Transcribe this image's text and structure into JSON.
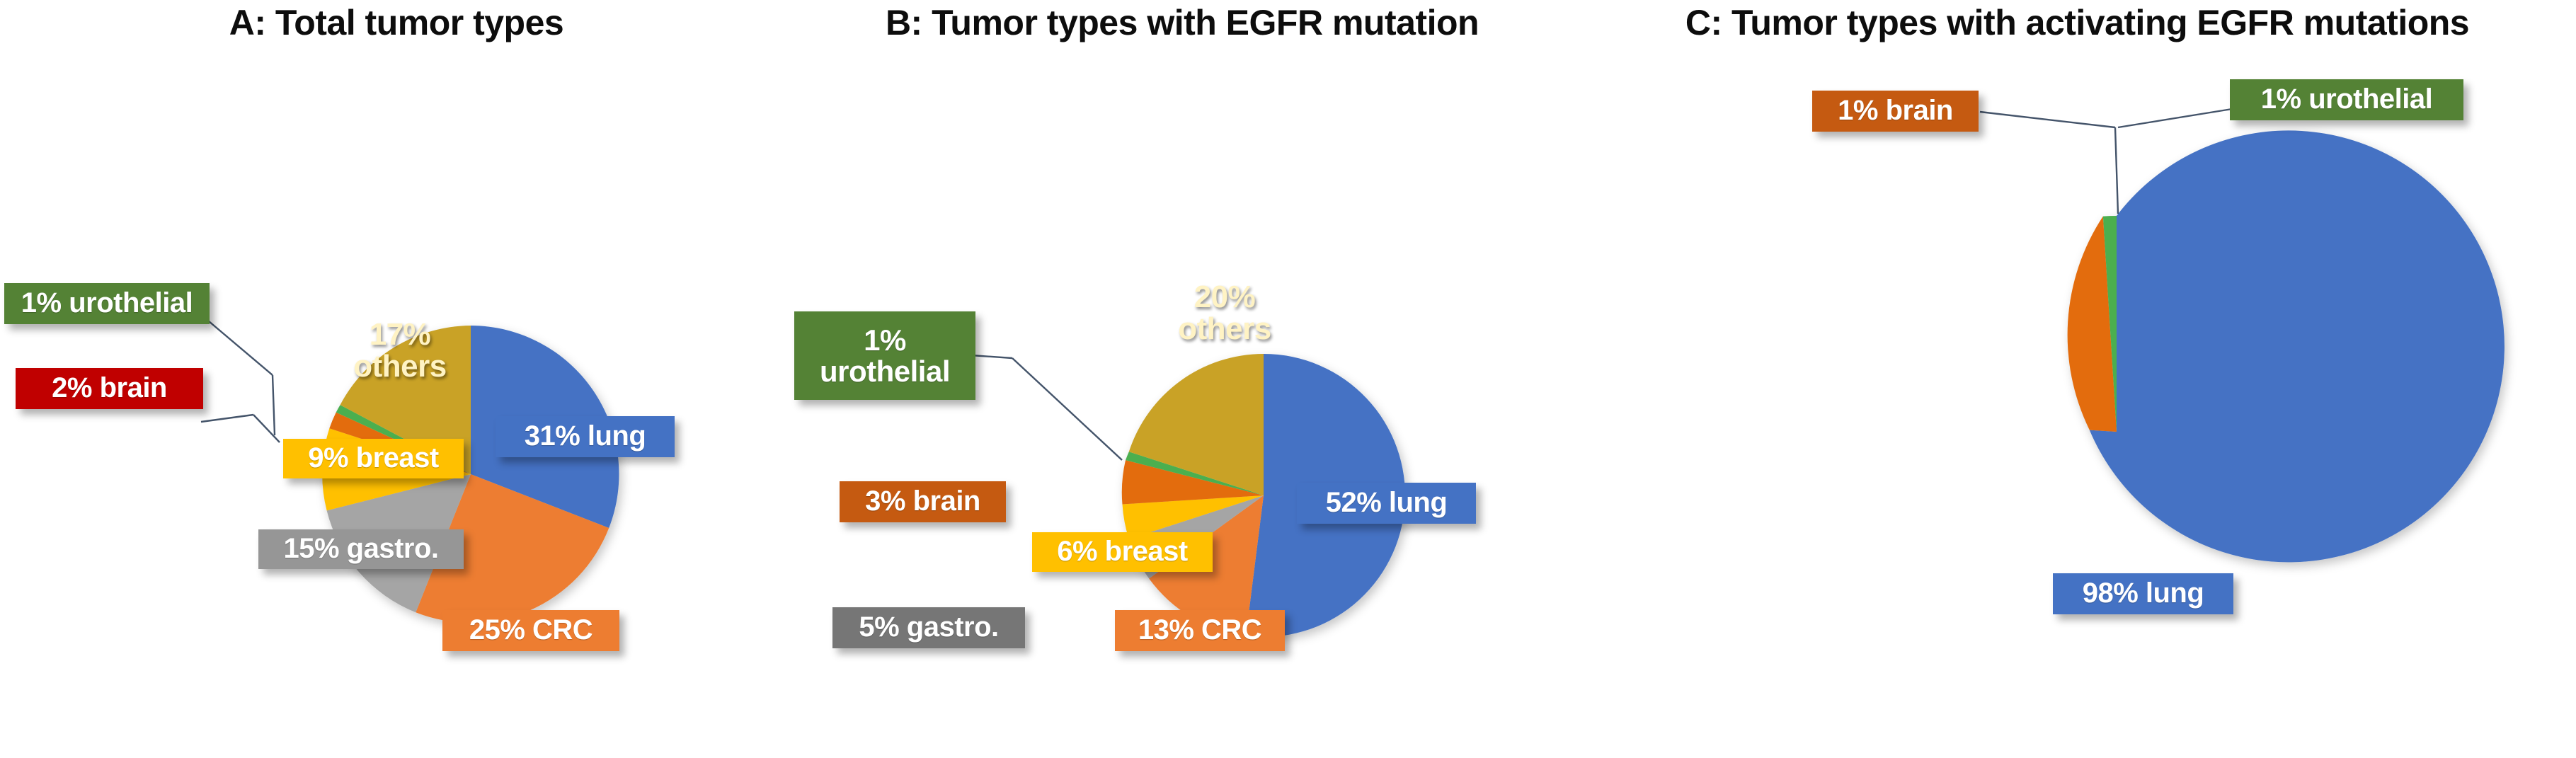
{
  "figure": {
    "background": "#ffffff"
  },
  "panels": [
    {
      "id": "A",
      "title": "A: Total tumor types"
    },
    {
      "id": "B",
      "title": "B: Tumor types with EGFR mutation"
    },
    {
      "id": "C",
      "title": "C: Tumor types with activating EGFR mutations"
    }
  ],
  "labels": {
    "a_lung": "31% lung",
    "a_crc": "25% CRC",
    "a_gastro": "15% gastro.",
    "a_breast": "9% breast",
    "a_brain": "2% brain",
    "a_urothelial": "1% urothelial",
    "a_others": "17%\nothers",
    "b_lung": "52% lung",
    "b_crc": "13% CRC",
    "b_gastro": "5% gastro.",
    "b_breast": "6% breast",
    "b_brain": "3% brain",
    "b_urothelial": "1%\nurothelial",
    "b_others": "20%\nothers",
    "c_lung": "98% lung",
    "c_brain": "1% brain",
    "c_urothelial": "1% urothelial"
  },
  "colors": {
    "lung": "#4472C4",
    "crc": "#ED7D31",
    "gastro": "#A5A5A5",
    "breast": "#FFC000",
    "brain_a": "#C00000",
    "brain_b": "#C55A11",
    "brain_sector": "#E36C0A",
    "urothelial": "#548235",
    "urothelial_sector": "#4CAF50",
    "others": "#C9A227",
    "label_text": "#FFFFFF",
    "title_text": "#0D0D0D",
    "leader_line": "#44546A"
  },
  "chart_data": [
    {
      "type": "pie",
      "title": "A: Total tumor types",
      "categories": [
        "lung",
        "CRC",
        "gastro.",
        "breast",
        "brain",
        "urothelial",
        "others"
      ],
      "values": [
        31,
        25,
        15,
        9,
        2,
        1,
        17
      ],
      "value_labels": [
        "31% lung",
        "25% CRC",
        "15% gastro.",
        "9% breast",
        "2% brain",
        "1% urothelial",
        "17% others"
      ],
      "colors": [
        "#4472C4",
        "#ED7D31",
        "#A5A5A5",
        "#FFC000",
        "#E36C0A",
        "#4CAF50",
        "#C9A227"
      ],
      "unit": "%",
      "start_angle_deg": 0,
      "direction": "clockwise",
      "legend": "none",
      "grid": false
    },
    {
      "type": "pie",
      "title": "B: Tumor types with EGFR mutation",
      "categories": [
        "lung",
        "CRC",
        "gastro.",
        "breast",
        "brain",
        "urothelial",
        "others"
      ],
      "values": [
        52,
        13,
        5,
        6,
        3,
        1,
        20
      ],
      "value_labels": [
        "52% lung",
        "13% CRC",
        "5% gastro.",
        "6% breast",
        "3% brain",
        "1% urothelial",
        "20% others"
      ],
      "colors": [
        "#4472C4",
        "#ED7D31",
        "#A5A5A5",
        "#FFC000",
        "#E36C0A",
        "#4CAF50",
        "#C9A227"
      ],
      "unit": "%",
      "start_angle_deg": 0,
      "direction": "clockwise",
      "legend": "none",
      "grid": false
    },
    {
      "type": "pie",
      "title": "C: Tumor types with activating EGFR mutations",
      "categories": [
        "lung",
        "brain",
        "urothelial"
      ],
      "values": [
        98,
        1,
        1
      ],
      "value_labels": [
        "98% lung",
        "1% brain",
        "1% urothelial"
      ],
      "colors": [
        "#4472C4",
        "#E36C0A",
        "#4CAF50"
      ],
      "unit": "%",
      "start_angle_deg": 0,
      "direction": "clockwise",
      "legend": "none",
      "grid": false
    }
  ]
}
